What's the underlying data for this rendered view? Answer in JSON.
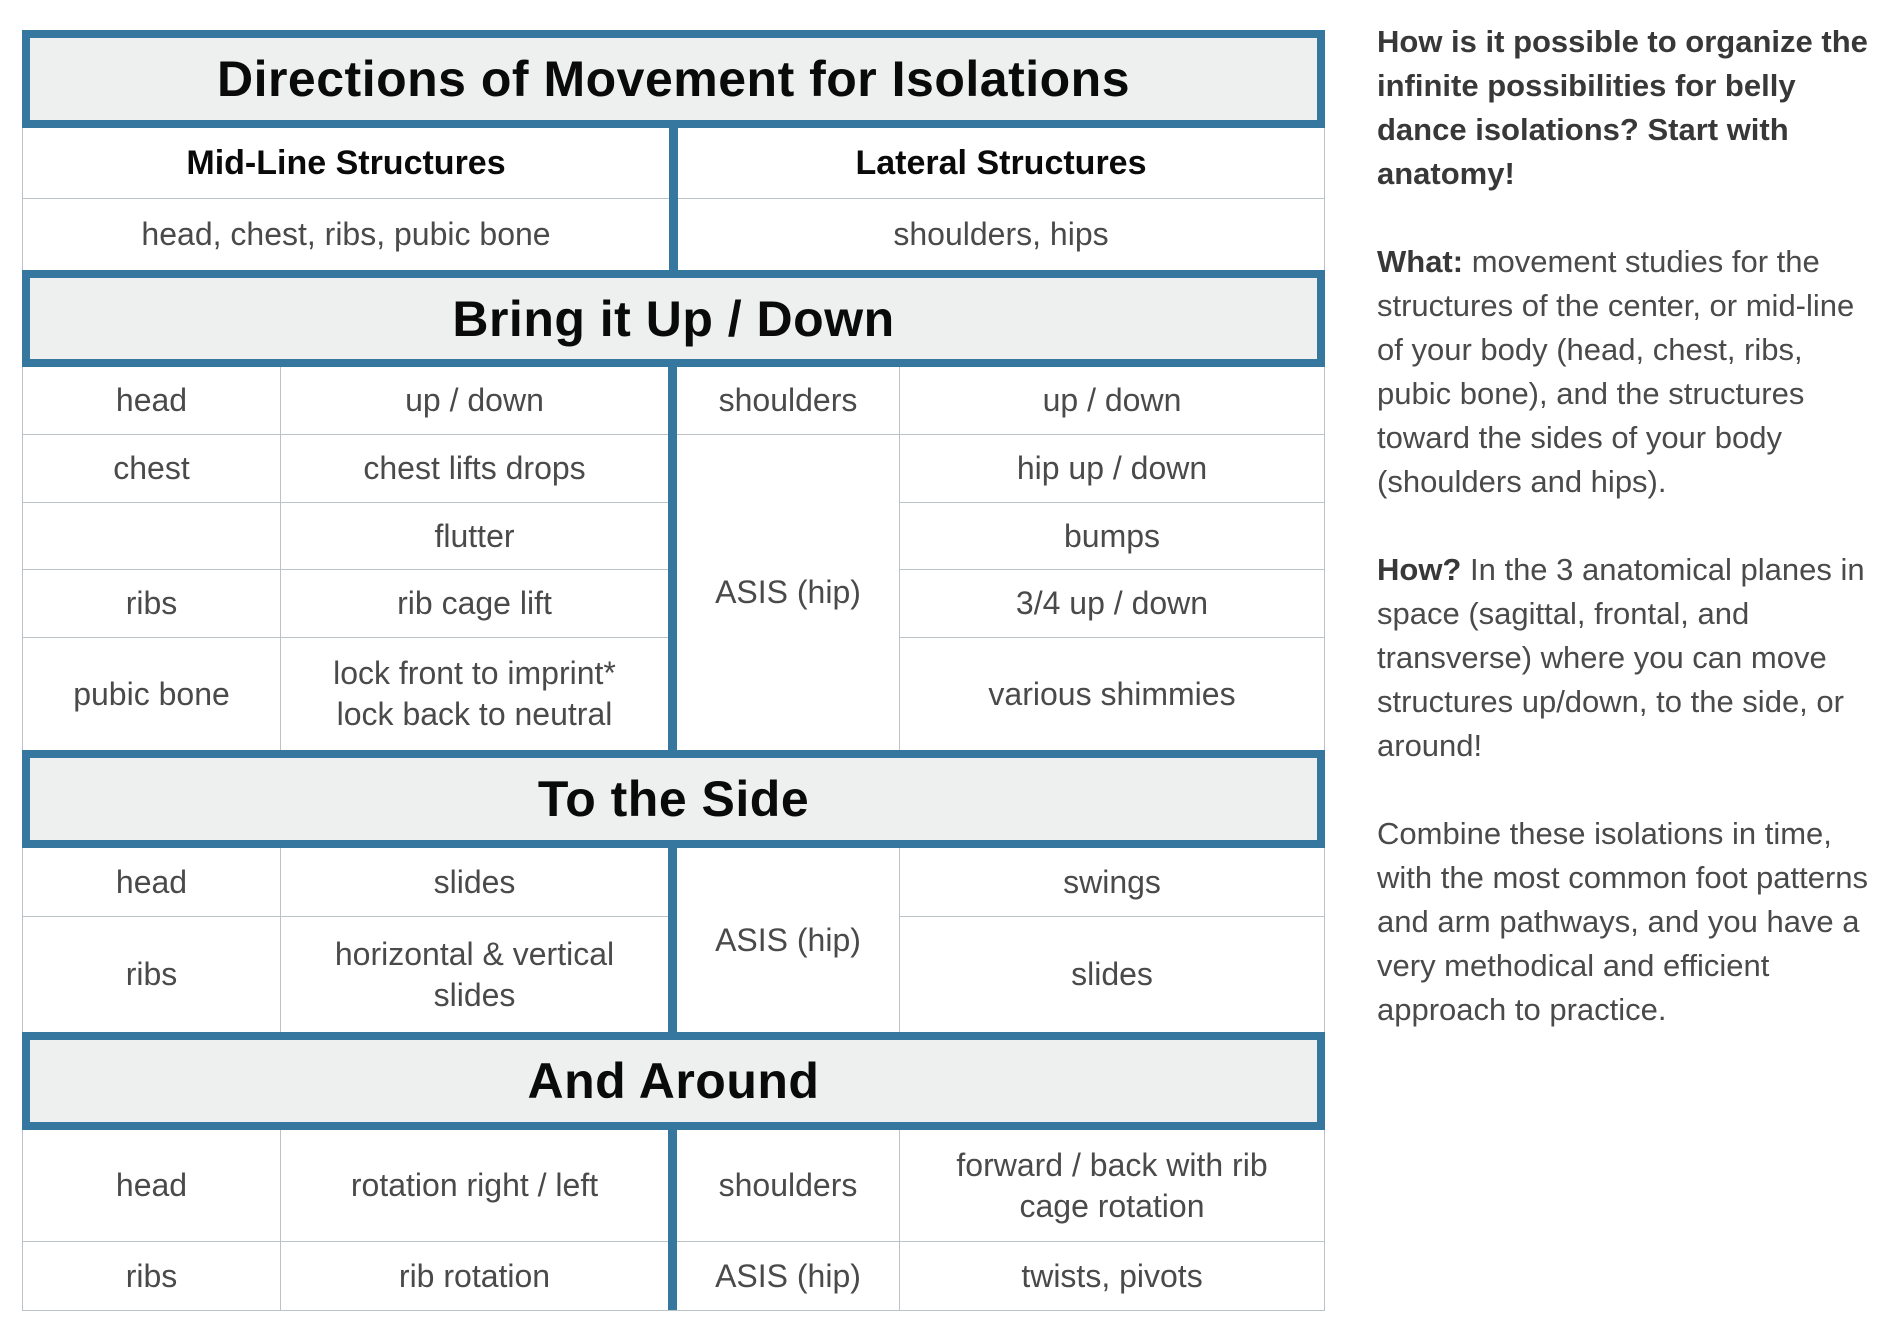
{
  "colors": {
    "accent_blue": "#35779E",
    "banner_fill": "#EEF0F0",
    "grid_line": "#BCC3C7",
    "header_text": "#0A0A0A",
    "cell_text": "#4A4A4A"
  },
  "table": {
    "title": "Directions of Movement for Isolations",
    "midline": {
      "header": "Mid-Line Structures",
      "structures": "head, chest, ribs, pubic bone"
    },
    "lateral": {
      "header": "Lateral Structures",
      "structures": "shoulders, hips"
    },
    "sections": [
      {
        "title": "Bring it Up / Down",
        "left_rows": [
          {
            "label": "head",
            "value": "up / down"
          },
          {
            "label": "chest",
            "value": "chest lifts drops"
          },
          {
            "label": "",
            "value": "flutter"
          },
          {
            "label": "ribs",
            "value": "rib cage lift"
          },
          {
            "label": "pubic bone",
            "value_lines": [
              "lock front to imprint*",
              "lock back to neutral"
            ]
          }
        ],
        "right_first_row": {
          "label": "shoulders",
          "value": "up / down"
        },
        "right_span_label": "ASIS (hip)",
        "right_span_values": [
          "hip up / down",
          "bumps",
          "3/4 up / down",
          "various shimmies"
        ]
      },
      {
        "title": "To the Side",
        "left_rows": [
          {
            "label": "head",
            "value": "slides"
          },
          {
            "label": "ribs",
            "value_lines": [
              "horizontal & vertical",
              "slides"
            ]
          }
        ],
        "right_span_label": "ASIS (hip)",
        "right_span_values": [
          "swings",
          "slides"
        ]
      },
      {
        "title": "And Around",
        "left_rows": [
          {
            "label": "head",
            "value": "rotation right / left"
          },
          {
            "label": "ribs",
            "value": "rib rotation"
          }
        ],
        "right_rows": [
          {
            "label": "shoulders",
            "value_lines": [
              "forward / back with rib",
              "cage rotation"
            ]
          },
          {
            "label": "ASIS (hip)",
            "value": "twists, pivots"
          }
        ]
      }
    ]
  },
  "sidebar": {
    "intro": "How is it possible to organize the infinite possibilities for belly dance isolations? Start with anatomy!",
    "what_label": "What:",
    "what_text": " movement studies for the structures of the center, or mid-line of your body (head, chest, ribs, pubic bone), and the structures toward the sides of your body (shoulders and hips).",
    "how_label": "How?",
    "how_text": " In the 3 anatomical planes in space (sagittal, frontal, and transverse) where you can move structures up/down, to the side, or around!",
    "combine": "Combine these isolations in time, with the most common foot patterns and arm pathways, and you have a very methodical and efficient approach to practice."
  }
}
